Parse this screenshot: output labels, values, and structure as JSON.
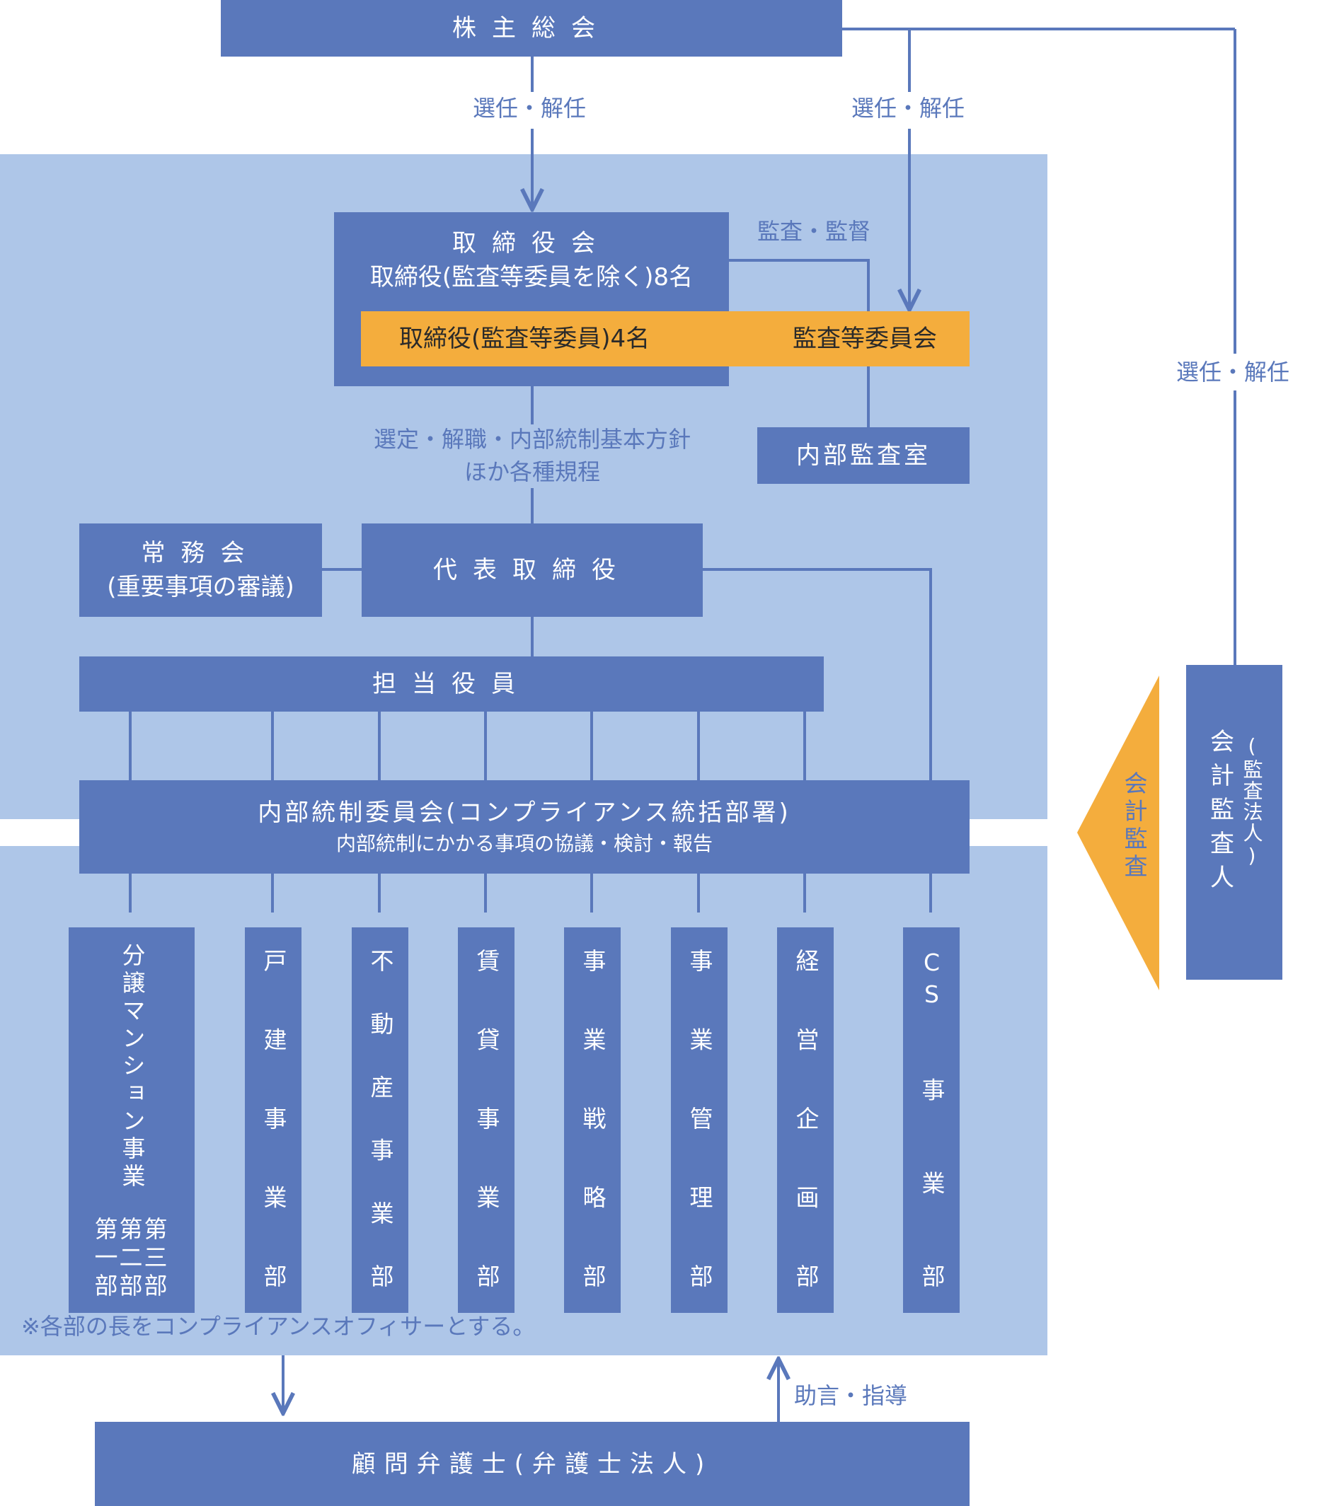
{
  "colors": {
    "box": "#5a78bb",
    "panel": "#aec6e8",
    "orange": "#f4ad3d",
    "line": "#5a78bb"
  },
  "shareholders": "株主総会",
  "elect_dismiss_1": "選任・解任",
  "elect_dismiss_2": "選任・解任",
  "elect_dismiss_3": "選任・解任",
  "board": {
    "title": "取締役会",
    "sub": "取締役(監査等委員を除く)8名"
  },
  "audit_members": "取締役(監査等委員)4名",
  "audit_committee": "監査等委員会",
  "audit_supervision": "監査・監督",
  "internal_audit": "内部監査室",
  "policy_label": {
    "line1": "選定・解職・内部統制基本方針",
    "line2": "ほか各種規程"
  },
  "executive_committee": {
    "line1": "常務会",
    "line2": "(重要事項の審議)"
  },
  "representative": "代表取締役",
  "officers": "担当役員",
  "internal_control": {
    "line1": "内部統制委員会(コンプライアンス統括部署)",
    "line2": "内部統制にかかる事項の協議・検討・報告"
  },
  "departments": {
    "d1": {
      "name": "分譲マンション事業",
      "sub": "第第第",
      "sub2": "一二三",
      "sub3": "部部部"
    },
    "d2": "戸建事業部",
    "d3": "不動産事業部",
    "d4": "賃貸事業部",
    "d5": "事業戦略部",
    "d6": "事業管理部",
    "d7": "経営企画部",
    "d8": "CS事業部"
  },
  "note": "※各部の長をコンプライアンスオフィサーとする。",
  "accounting_audit": "会計監査",
  "accounting_auditor": {
    "main": "会計監査人",
    "sub": "(監査法人)"
  },
  "advice": "助言・指導",
  "lawyer": "顧問弁護士(弁護士法人)"
}
